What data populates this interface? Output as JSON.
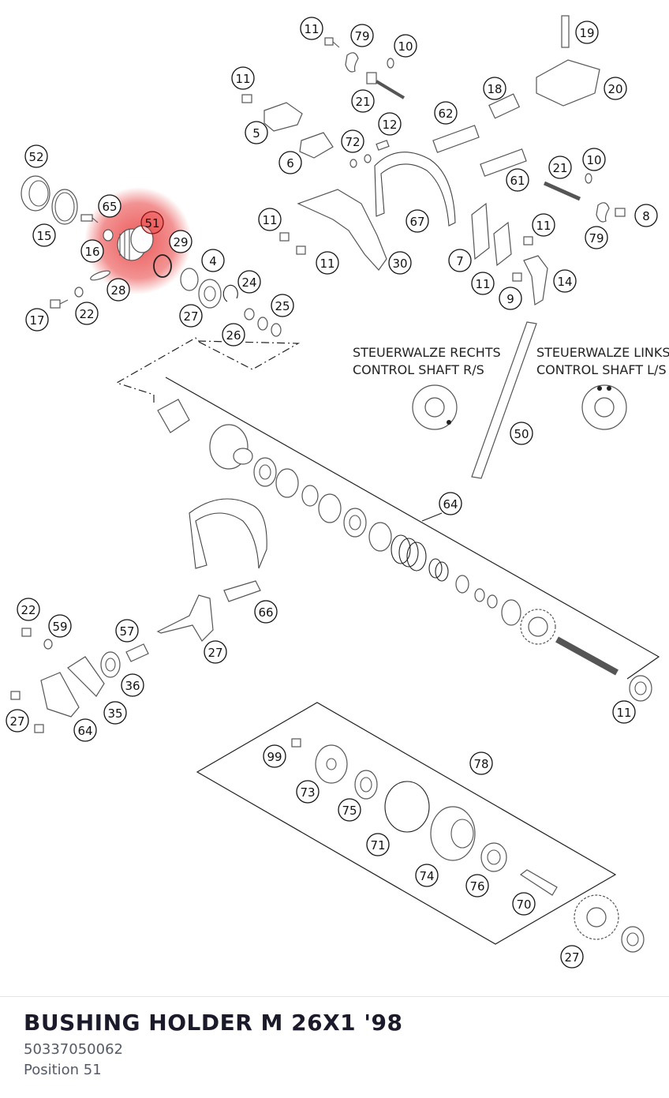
{
  "diagram": {
    "labels": {
      "right_line1": "STEUERWALZE RECHTS",
      "right_line2": "CONTROL SHAFT R/S",
      "left_line1": "STEUERWALZE LINKS",
      "left_line2": "CONTROL SHAFT L/S"
    },
    "callouts": [
      "11",
      "79",
      "10",
      "19",
      "18",
      "20",
      "11",
      "21",
      "12",
      "62",
      "5",
      "72",
      "6",
      "52",
      "65",
      "51",
      "29",
      "15",
      "16",
      "28",
      "17",
      "22",
      "4",
      "24",
      "27",
      "25",
      "26",
      "11",
      "11",
      "67",
      "30",
      "21",
      "10",
      "61",
      "11",
      "79",
      "8",
      "7",
      "11",
      "9",
      "14",
      "50",
      "64",
      "22",
      "59",
      "57",
      "66",
      "27",
      "36",
      "35",
      "64",
      "27",
      "11",
      "99",
      "78",
      "73",
      "75",
      "71",
      "74",
      "76",
      "70",
      "27"
    ],
    "highlight_color": "#e83a3a"
  },
  "selected_part": {
    "name": "BUSHING HOLDER M 26X1 '98",
    "number": "50337050062",
    "position": "Position 51"
  }
}
